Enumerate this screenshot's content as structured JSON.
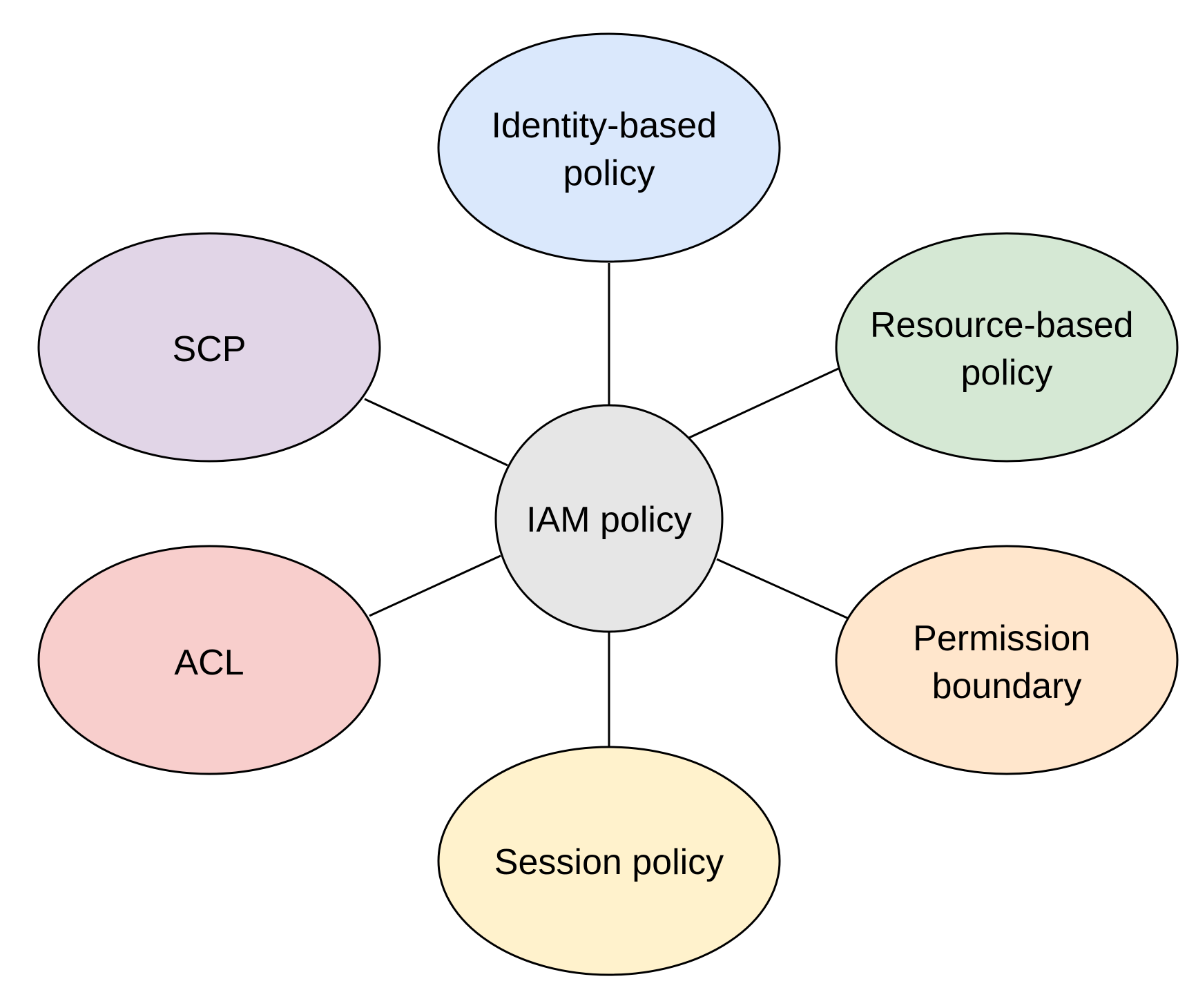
{
  "center": {
    "label_lines": [
      "IAM policy"
    ],
    "fill": "#e6e6e6"
  },
  "nodes": [
    {
      "id": "identity",
      "label_lines": [
        "Identity-based",
        "policy"
      ],
      "fill": "#dae8fc"
    },
    {
      "id": "resource",
      "label_lines": [
        "Resource-based",
        "policy"
      ],
      "fill": "#d5e8d4"
    },
    {
      "id": "permission",
      "label_lines": [
        "Permission",
        "boundary"
      ],
      "fill": "#ffe6cc"
    },
    {
      "id": "session",
      "label_lines": [
        "Session policy"
      ],
      "fill": "#fff2cc"
    },
    {
      "id": "acl",
      "label_lines": [
        "ACL"
      ],
      "fill": "#f8cecc"
    },
    {
      "id": "scp",
      "label_lines": [
        "SCP"
      ],
      "fill": "#e1d5e7"
    }
  ]
}
